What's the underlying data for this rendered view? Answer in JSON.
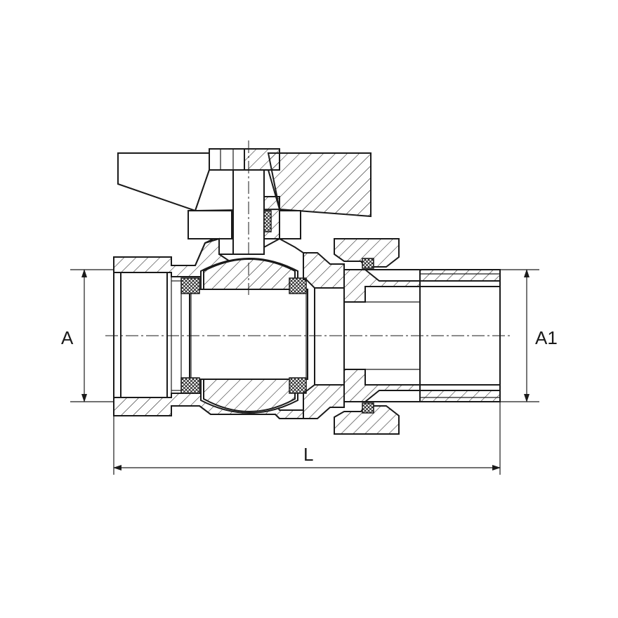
{
  "dimensions": {
    "port_left_label": "A",
    "port_right_label": "A1",
    "length_label": "L"
  },
  "colors": {
    "line": "#1a1a1a",
    "background": "#ffffff"
  }
}
